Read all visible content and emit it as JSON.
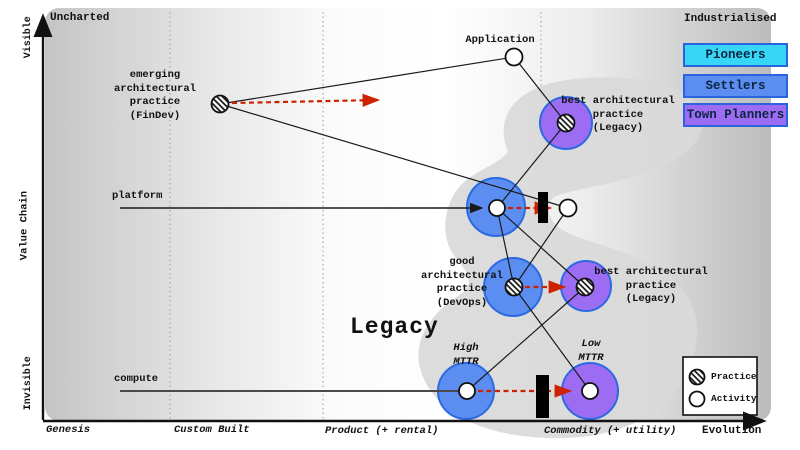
{
  "frame": {
    "top_left": "Uncharted",
    "top_right": "Industrialised",
    "y_axis": {
      "top": "Visible",
      "title": "Value Chain",
      "bottom": "Invisible"
    },
    "x_axis": {
      "title": "Evolution",
      "stages": [
        "Genesis",
        "Custom Built",
        "Product (+ rental)",
        "Commodity (+ utility)"
      ]
    }
  },
  "evolution_legend": {
    "items": [
      {
        "label": "Pioneers",
        "color": "#38d6f6"
      },
      {
        "label": "Settlers",
        "color": "#5b8ef0"
      },
      {
        "label": "Town Planners",
        "color": "#9c6cf2"
      }
    ]
  },
  "symbol_legend": {
    "practice": "Practice",
    "activity": "Activity"
  },
  "region": {
    "label": "Legacy"
  },
  "labels": {
    "emerging": {
      "lines": [
        "emerging",
        "architectural",
        "practice",
        "(FinDev)"
      ]
    },
    "application": {
      "text": "Application"
    },
    "best_top": {
      "lines": [
        "best architectural",
        "practice",
        "(Legacy)"
      ]
    },
    "platform": {
      "text": "platform"
    },
    "good_devops": {
      "lines": [
        "good",
        "architectural",
        "practice",
        "(DevOps)"
      ]
    },
    "best_mid": {
      "lines": [
        "best architectural",
        "practice",
        "(Legacy)"
      ]
    },
    "high_mttr": {
      "lines": [
        "High",
        "MTTR"
      ]
    },
    "low_mttr": {
      "lines": [
        "Low",
        "MTTR"
      ]
    },
    "compute": {
      "text": "compute"
    }
  },
  "colors": {
    "settlers_fill": "#5b8ef0",
    "town_planners_fill": "#9c6cf2",
    "pioneers_fill": "#38d6f6",
    "circle_border": "#2b6ae3",
    "movement_arrow": "#cc2200",
    "legacy_blob": "#d9d9d9"
  }
}
